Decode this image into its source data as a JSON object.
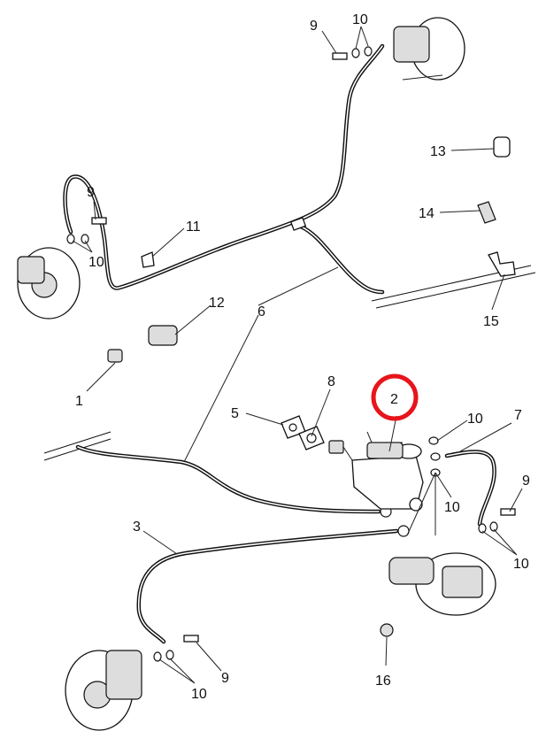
{
  "diagram": {
    "highlight_color": "#e8141c",
    "highlighted_callout": "2",
    "callouts": [
      {
        "id": "c9a",
        "label": "9"
      },
      {
        "id": "c10a",
        "label": "10"
      },
      {
        "id": "c13",
        "label": "13"
      },
      {
        "id": "c14",
        "label": "14"
      },
      {
        "id": "c15",
        "label": "15"
      },
      {
        "id": "c9b",
        "label": "9"
      },
      {
        "id": "c10b",
        "label": "10"
      },
      {
        "id": "c11",
        "label": "11"
      },
      {
        "id": "c12",
        "label": "12"
      },
      {
        "id": "c6",
        "label": "6"
      },
      {
        "id": "c1",
        "label": "1"
      },
      {
        "id": "c8",
        "label": "8"
      },
      {
        "id": "c5",
        "label": "5"
      },
      {
        "id": "c2",
        "label": "2"
      },
      {
        "id": "c10c",
        "label": "10"
      },
      {
        "id": "c7",
        "label": "7"
      },
      {
        "id": "c10d",
        "label": "10"
      },
      {
        "id": "c9c",
        "label": "9"
      },
      {
        "id": "c10e",
        "label": "10"
      },
      {
        "id": "c3",
        "label": "3"
      },
      {
        "id": "c9d",
        "label": "9"
      },
      {
        "id": "c10f",
        "label": "10"
      },
      {
        "id": "c16",
        "label": "16"
      }
    ]
  }
}
